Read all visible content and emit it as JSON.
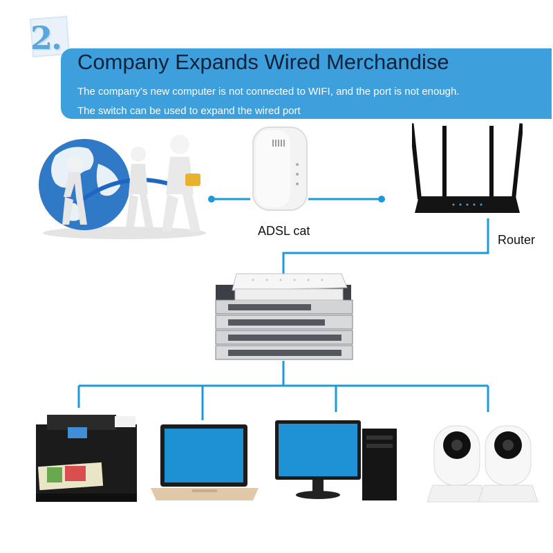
{
  "header": {
    "step_number": "2.",
    "title": "Company Expands Wired Merchandise",
    "subtitle_line1": "The company’s new computer is not connected to WIFI, and the port is not enough.",
    "subtitle_line2": "The switch can be used to expand the wired port"
  },
  "nodes": {
    "modem_label": "ADSL cat",
    "router_label": "Router"
  },
  "colors": {
    "accent": "#3d9fdb",
    "line": "#1a9ad9",
    "title_text": "#10223a"
  }
}
